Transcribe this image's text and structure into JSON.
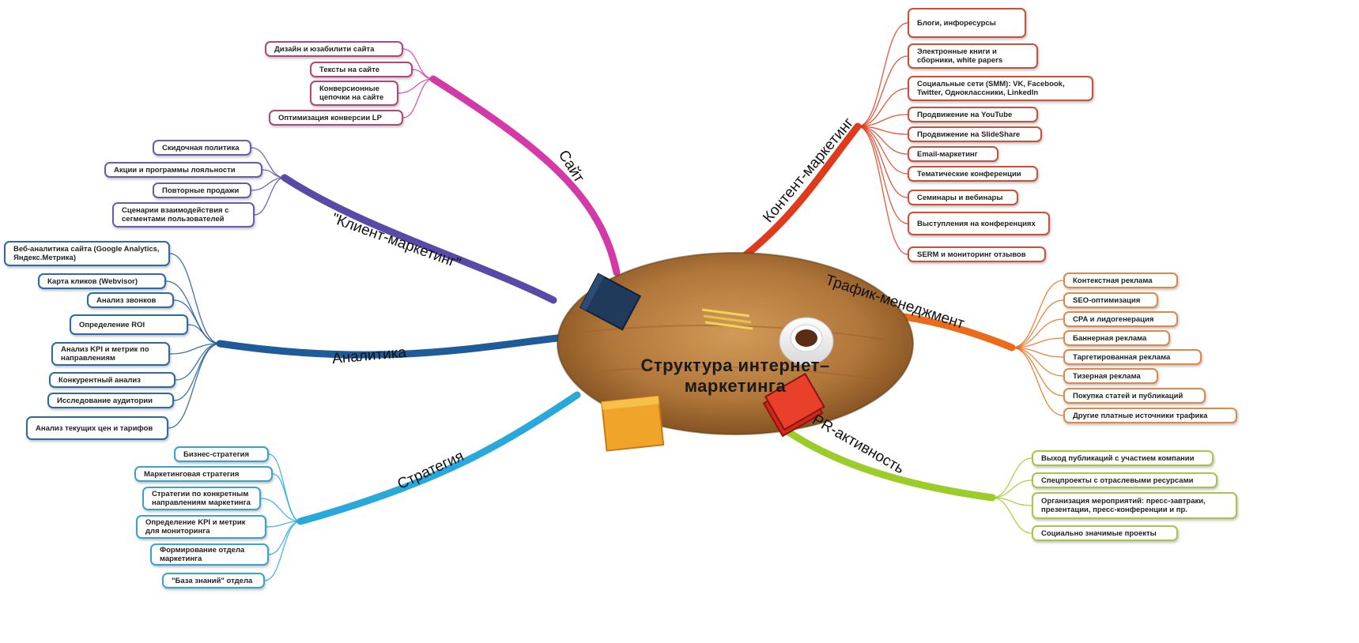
{
  "center": {
    "title": "Структура  интернет–маркетинга"
  },
  "branches": [
    {
      "id": "site",
      "label": "Сайт",
      "color": "#d33aa8",
      "leaf_border": "#b2457a",
      "items": [
        "Дизайн и юзабилити сайта",
        "Тексты на сайте",
        "Конверсионные цепочки на сайте",
        "Оптимизация конверсии LP"
      ]
    },
    {
      "id": "client-marketing",
      "label": "\"Клиент-маркетинг\"",
      "color": "#5a4aa8",
      "leaf_border": "#6a5ab0",
      "items": [
        "Скидочная политика",
        "Акции и программы лояльности",
        "Повторные продажи",
        "Сценарии взаимодействия с сегментами пользователей"
      ]
    },
    {
      "id": "analytics",
      "label": "Аналитика",
      "color": "#1f5b98",
      "leaf_border": "#2a6aa8",
      "items": [
        "Веб-аналитика сайта  (Google Analytics, Яндекс.Метрика)",
        "Карта кликов (Webvisor)",
        "Анализ звонков",
        "Определение ROI",
        "Анализ KPI и метрик по направлениям",
        "Конкурентный анализ",
        "Исследование аудитории",
        "Анализ текущих цен и тарифов"
      ]
    },
    {
      "id": "strategy",
      "label": "Стратегия",
      "color": "#2aa8dc",
      "leaf_border": "#3aa2cc",
      "items": [
        "Бизнес-стратегия",
        "Маркетинговая стратегия",
        "Стратегии по конкретным направлениям маркетинга",
        "Определение KPI и метрик для мониторинга",
        "Формирование отдела маркетинга",
        "\"База знаний\" отдела"
      ]
    },
    {
      "id": "content-marketing",
      "label": "Контент-маркетинг",
      "color": "#e03a1c",
      "leaf_border": "#c9503a",
      "items": [
        "Блоги, инфоресурсы",
        "Электронные книги и сборники, white papers",
        "Социальные сети (SMM): VK, Facebook, Twitter, Одноклассники, LinkedIn",
        "Продвижение на YouTube",
        "Продвижение на SlideShare",
        "Email-маркетинг",
        "Тематические конференции",
        "Семинары и вебинары",
        "Выступления на конференциях",
        "SERM и мониторинг отзывов"
      ]
    },
    {
      "id": "traffic-management",
      "label": "Трафик-менеджмент",
      "color": "#ec6b1a",
      "leaf_border": "#e0884a",
      "items": [
        "Контекстная реклама",
        "SEO-оптимизация",
        "CPA и лидогенерация",
        "Баннерная реклама",
        "Таргетированная реклама",
        "Тизерная реклама",
        "Покупка статей и публикаций",
        "Другие платные источники трафика"
      ]
    },
    {
      "id": "pr",
      "label": "PR-активность",
      "color": "#9ccc2a",
      "leaf_border": "#a6c64a",
      "items": [
        "Выход публикаций с участием компании",
        "Спецпроекты с отраслевыми ресурсами",
        "Организация мероприятий: пресс-завтраки, презентации, пресс-конференции и пр.",
        "Социально значимые проекты"
      ]
    }
  ],
  "colors": {
    "table_wood": "#b0763a",
    "table_dark": "#7a4a1c"
  },
  "icons": [
    "notebook-icon",
    "pencil-icon",
    "coffee-cup-icon",
    "folder-icon",
    "red-books-icon"
  ]
}
